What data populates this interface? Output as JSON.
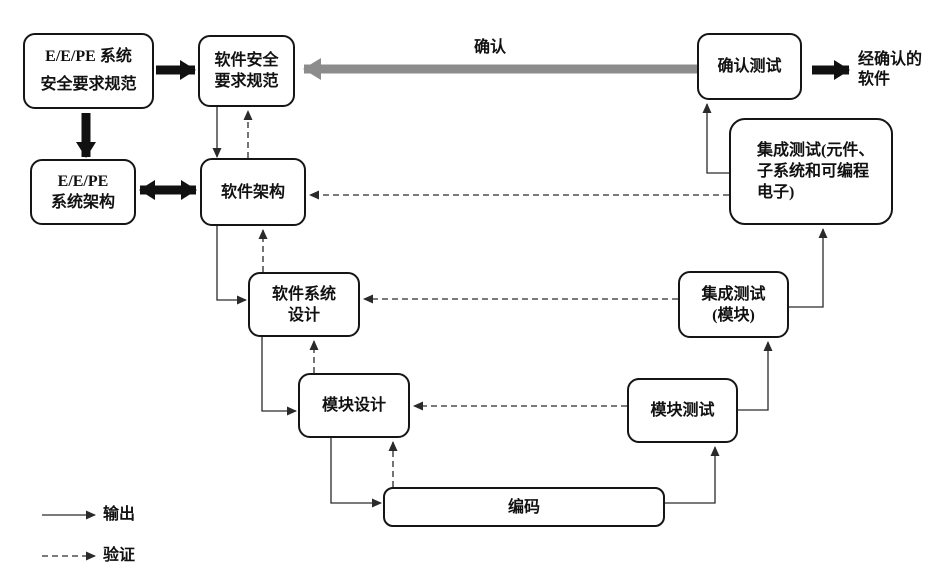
{
  "diagram": {
    "boxes": {
      "eepe_spec": {
        "label": "E/E/PE 系统\n安全要求规范"
      },
      "sw_safety_spec": {
        "label": "软件安全\n要求规范"
      },
      "eepe_arch": {
        "label": "E/E/PE\n系统架构"
      },
      "sw_arch": {
        "label": "软件架构"
      },
      "sw_sys_design": {
        "label": "软件系统\n设计"
      },
      "module_design": {
        "label": "模块设计"
      },
      "coding": {
        "label": "编码"
      },
      "module_test": {
        "label": "模块测试"
      },
      "integration_test_module": {
        "label": "集成测试\n(模块)"
      },
      "integration_test_pe": {
        "label": "集成测试(元件、\n子系统和可编程\n电子)"
      },
      "validation_test": {
        "label": "确认测试"
      }
    },
    "labels": {
      "validation_arrow": "确认",
      "validated_software": "经确认的\n软件"
    },
    "legend": {
      "output": "输出",
      "verification": "验证"
    },
    "colors": {
      "thin_line": "#2a2a2a",
      "thick_arrow": "#111111",
      "gray_arrow": "#8c8c8c",
      "box_border": "#151515",
      "background": "#ffffff"
    }
  }
}
